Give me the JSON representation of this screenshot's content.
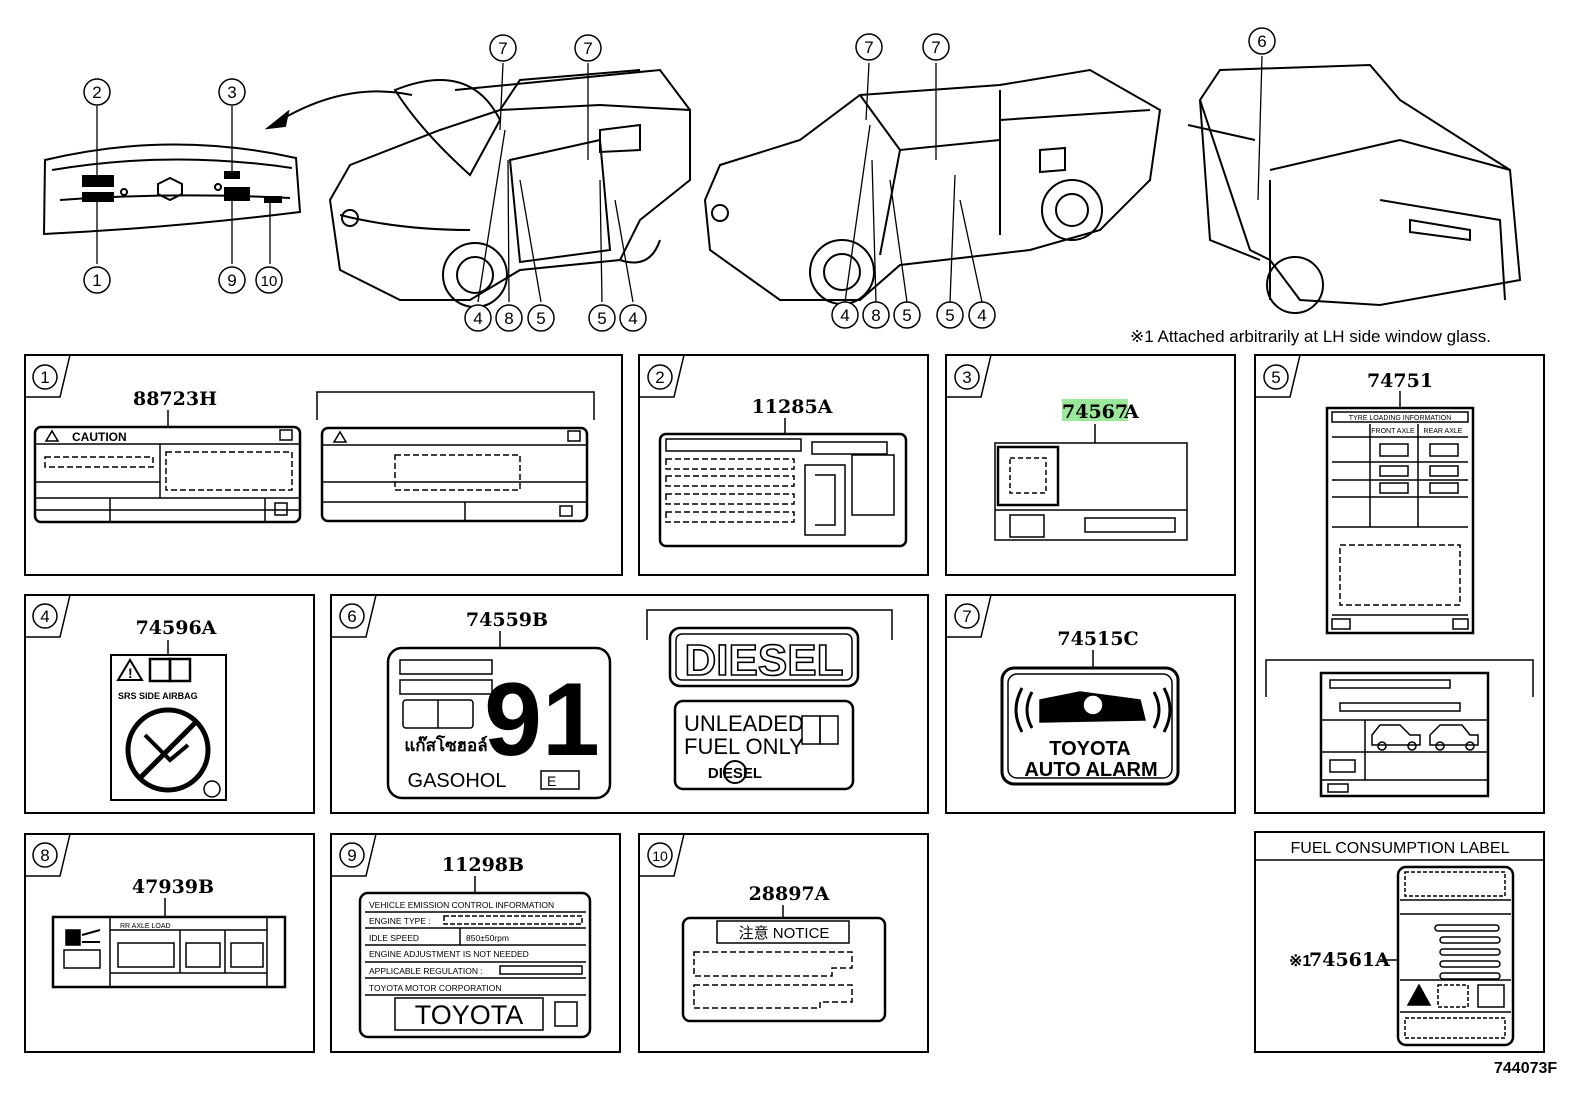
{
  "footnote": "※1  Attached arbitrarily at LH side window glass.",
  "diagram_code": "744073F",
  "callout_numbers": [
    "1",
    "2",
    "3",
    "4",
    "5",
    "6",
    "7",
    "8",
    "9",
    "10"
  ],
  "highlight_color": "#9ae89a",
  "panels": {
    "p1": {
      "num": "1",
      "part": "88723H",
      "caution": "CAUTION"
    },
    "p2": {
      "num": "2",
      "part": "11285A"
    },
    "p3": {
      "num": "3",
      "part_highlight": "74567",
      "part_suffix": "A"
    },
    "p4": {
      "num": "4",
      "part": "74596A",
      "srs_text": "SRS  SIDE  AIRBAG"
    },
    "p5": {
      "num": "5",
      "part": "74751",
      "tyre_title": "TYRE LOADING INFORMATION",
      "front": "FRONT AXLE",
      "rear": "REAR AXLE"
    },
    "p6": {
      "num": "6",
      "part": "74559B",
      "octane": "91",
      "thai": "แก๊สโซฮอล์",
      "gasohol": "GASOHOL",
      "e_badge": "E",
      "diesel": "DIESEL",
      "unleaded1": "UNLEADED",
      "unleaded2": "FUEL ONLY",
      "diesel_small": "DIESEL"
    },
    "p7": {
      "num": "7",
      "part": "74515C",
      "alarm1": "TOYOTA",
      "alarm2": "AUTO ALARM"
    },
    "p8": {
      "num": "8",
      "part": "47939B",
      "axle": "RR AXLE LOAD"
    },
    "p9": {
      "num": "9",
      "part": "11298B",
      "line1": "VEHICLE EMISSION CONTROL INFORMATION",
      "line2": "ENGINE TYPE :",
      "line3": "IDLE SPEED",
      "line3b": "850±50rpm",
      "line4": "ENGINE ADJUSTMENT IS NOT NEEDED",
      "line5": "APPLICABLE REGULATION :",
      "line6": "TOYOTA MOTOR CORPORATION",
      "brand": "TOYOTA"
    },
    "p10": {
      "num": "10",
      "part": "28897A",
      "notice": "注意 NOTICE"
    },
    "fuel": {
      "title": "FUEL CONSUMPTION LABEL",
      "ref_mark": "※1",
      "part": "74561A"
    }
  }
}
